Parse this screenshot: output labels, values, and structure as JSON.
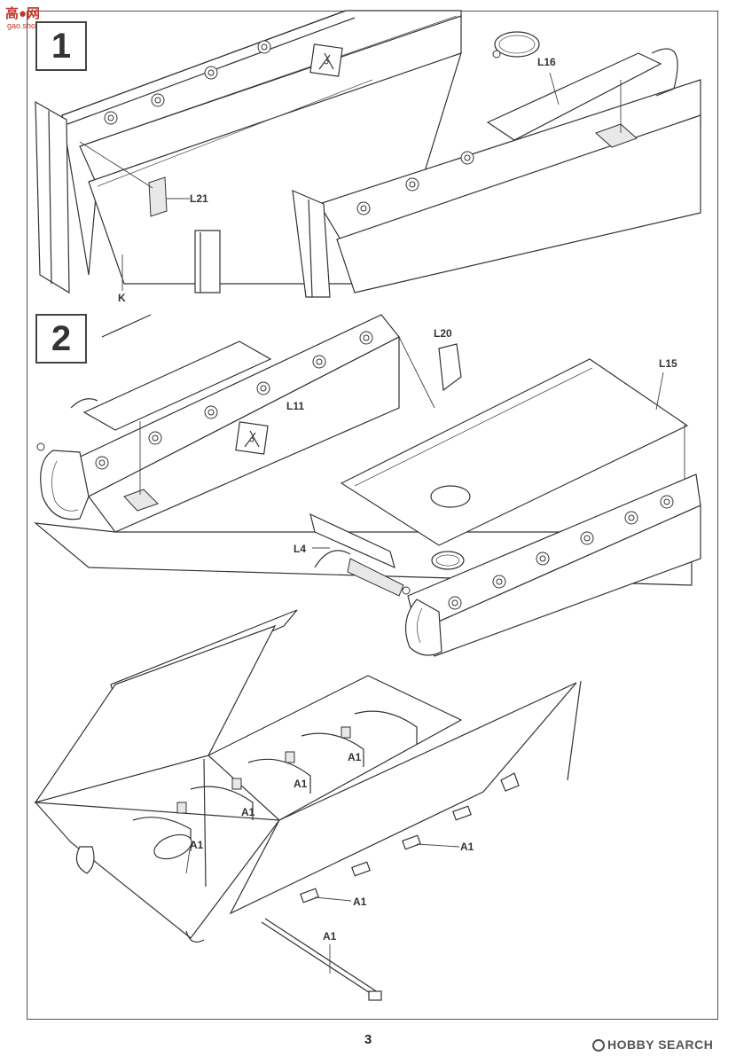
{
  "watermark": {
    "brand": "高●网",
    "url": "gao.shou.com"
  },
  "steps": [
    {
      "number": "1"
    },
    {
      "number": "2"
    }
  ],
  "labels": {
    "L21": "L21",
    "K": "K",
    "L16": "L16",
    "L20": "L20",
    "L15": "L15",
    "L11": "L11",
    "L4": "L4",
    "A1": "A1"
  },
  "footer": {
    "page_number": "3",
    "brand": "HOBBY SEARCH"
  },
  "icons": [
    "nipper-icon",
    "nipper-icon"
  ]
}
